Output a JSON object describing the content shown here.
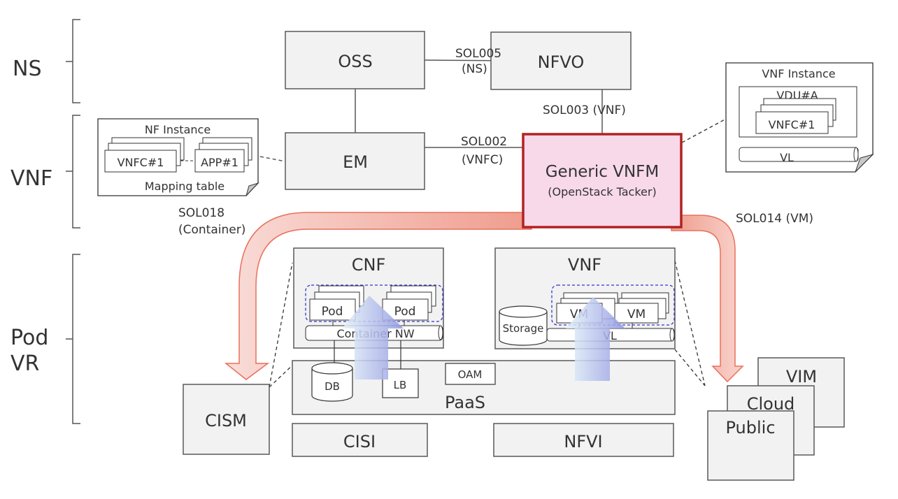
{
  "layers": {
    "ns": "NS",
    "vnf": "VNF",
    "pod": "Pod",
    "vr": "VR"
  },
  "nodes": {
    "oss": "OSS",
    "nfvo": "NFVO",
    "em": "EM",
    "vnfm_title": "Generic VNFM",
    "vnfm_subtitle": "(OpenStack Tacker)",
    "cism": "CISM",
    "cnf": "CNF",
    "vnf": "VNF",
    "paas": "PaaS",
    "cisi": "CISI",
    "nfvi": "NFVI",
    "vim": "VIM",
    "cloud": "Cloud",
    "public": "Public"
  },
  "interfaces": {
    "sol005_a": "SOL005",
    "sol005_b": "(NS)",
    "sol003": "SOL003 (VNF)",
    "sol002_a": "SOL002",
    "sol002_b": "(VNFC)",
    "sol018_a": "SOL018",
    "sol018_b": "(Container)",
    "sol014": "SOL014 (VM)"
  },
  "nf_instance": {
    "title": "NF Instance",
    "vnfc": "VNFC#1",
    "app": "APP#1",
    "footer": "Mapping table"
  },
  "vnf_instance": {
    "title": "VNF Instance",
    "vdu": "VDU#A",
    "vnfc": "VNFC#1",
    "vl": "VL"
  },
  "cnf_detail": {
    "pod": "Pod",
    "container_nw": "Container NW",
    "db": "DB",
    "lb": "LB",
    "oam": "OAM"
  },
  "vnf_detail": {
    "vm": "VM",
    "storage": "Storage",
    "vl": "VL"
  },
  "colors": {
    "box_fill": "#f2f2f2",
    "box_stroke": "#595959",
    "vnfm_fill": "#f8d9ea",
    "vnfm_stroke": "#b22222",
    "red_arrow": "#e8705a",
    "blue_dash": "#3333cc"
  }
}
